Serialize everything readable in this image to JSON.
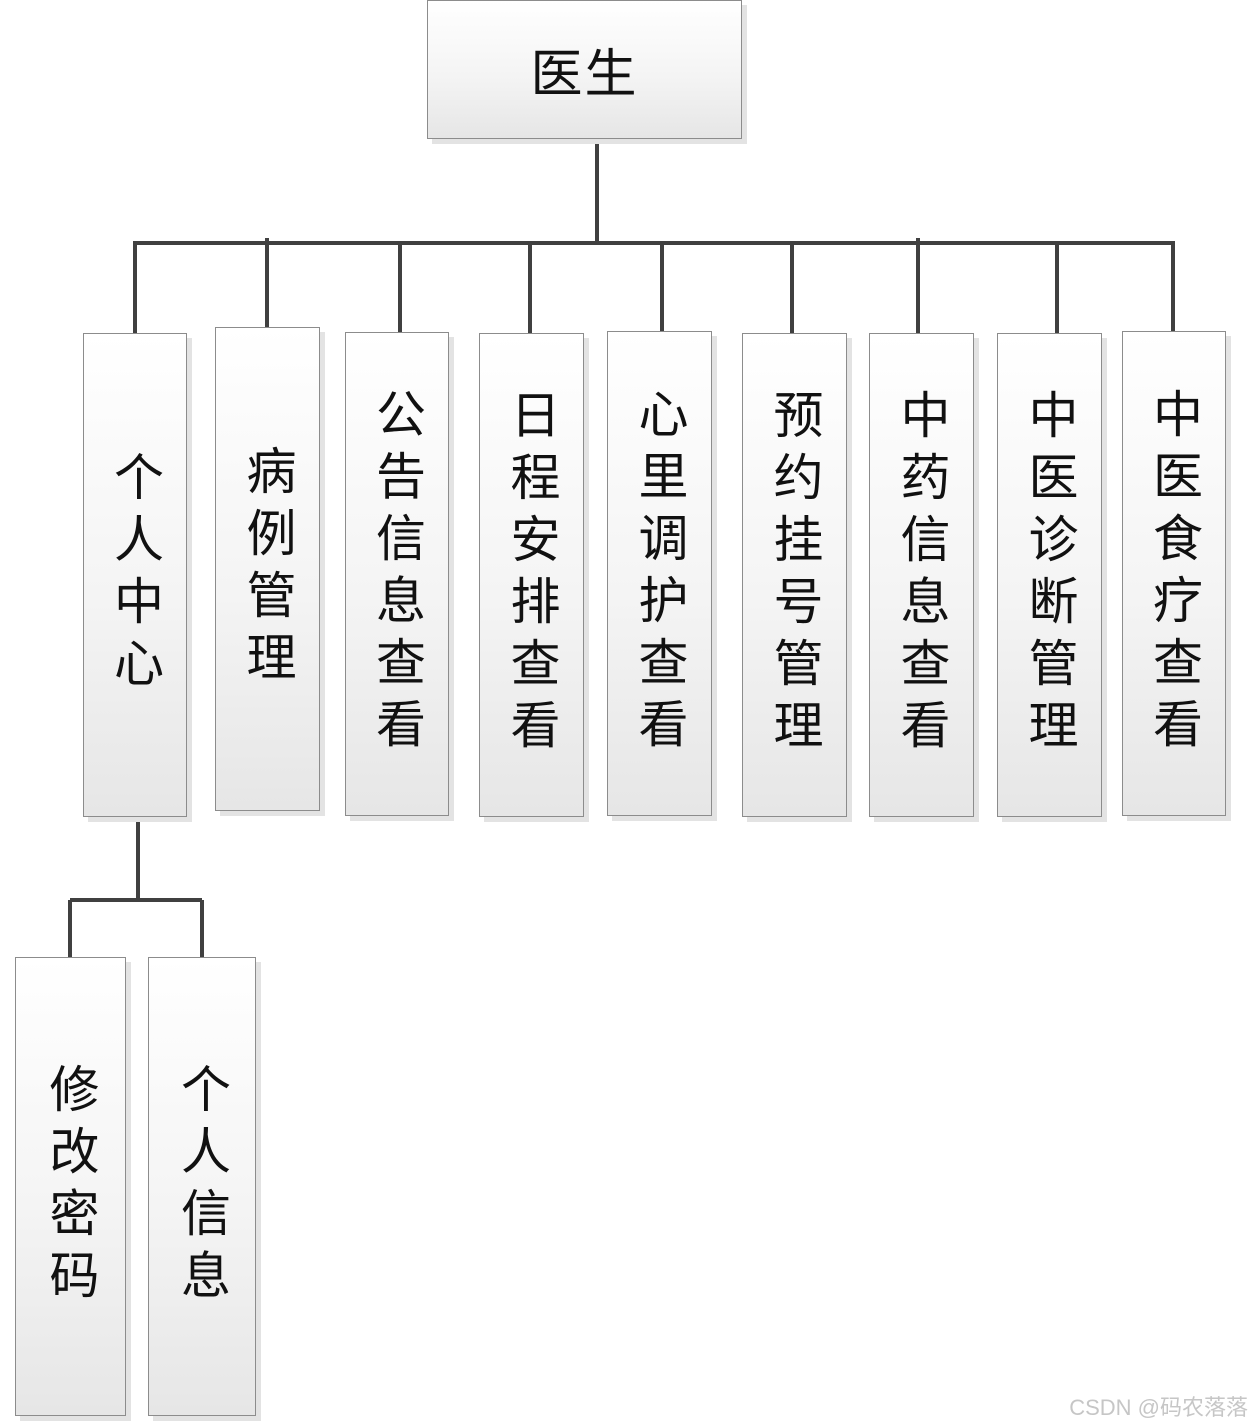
{
  "diagram": {
    "root": {
      "label": "医生"
    },
    "modules": [
      {
        "id": "personal-center",
        "label": "个人中心"
      },
      {
        "id": "case-management",
        "label": "病例管理"
      },
      {
        "id": "notice-info-view",
        "label": "公告信息查看"
      },
      {
        "id": "schedule-view",
        "label": "日程安排查看"
      },
      {
        "id": "mental-care-view",
        "label": "心里调护查看"
      },
      {
        "id": "appointment-management",
        "label": "预约挂号管理"
      },
      {
        "id": "herb-info-view",
        "label": "中药信息查看"
      },
      {
        "id": "tcm-diagnosis-management",
        "label": "中医诊断管理"
      },
      {
        "id": "tcm-diet-view",
        "label": "中医食疗查看"
      }
    ],
    "personal_center_children": [
      {
        "id": "change-password",
        "label": "修改密码"
      },
      {
        "id": "personal-info",
        "label": "个人信息"
      }
    ],
    "connector_color": "#404040"
  },
  "watermark": "CSDN @码农落落"
}
